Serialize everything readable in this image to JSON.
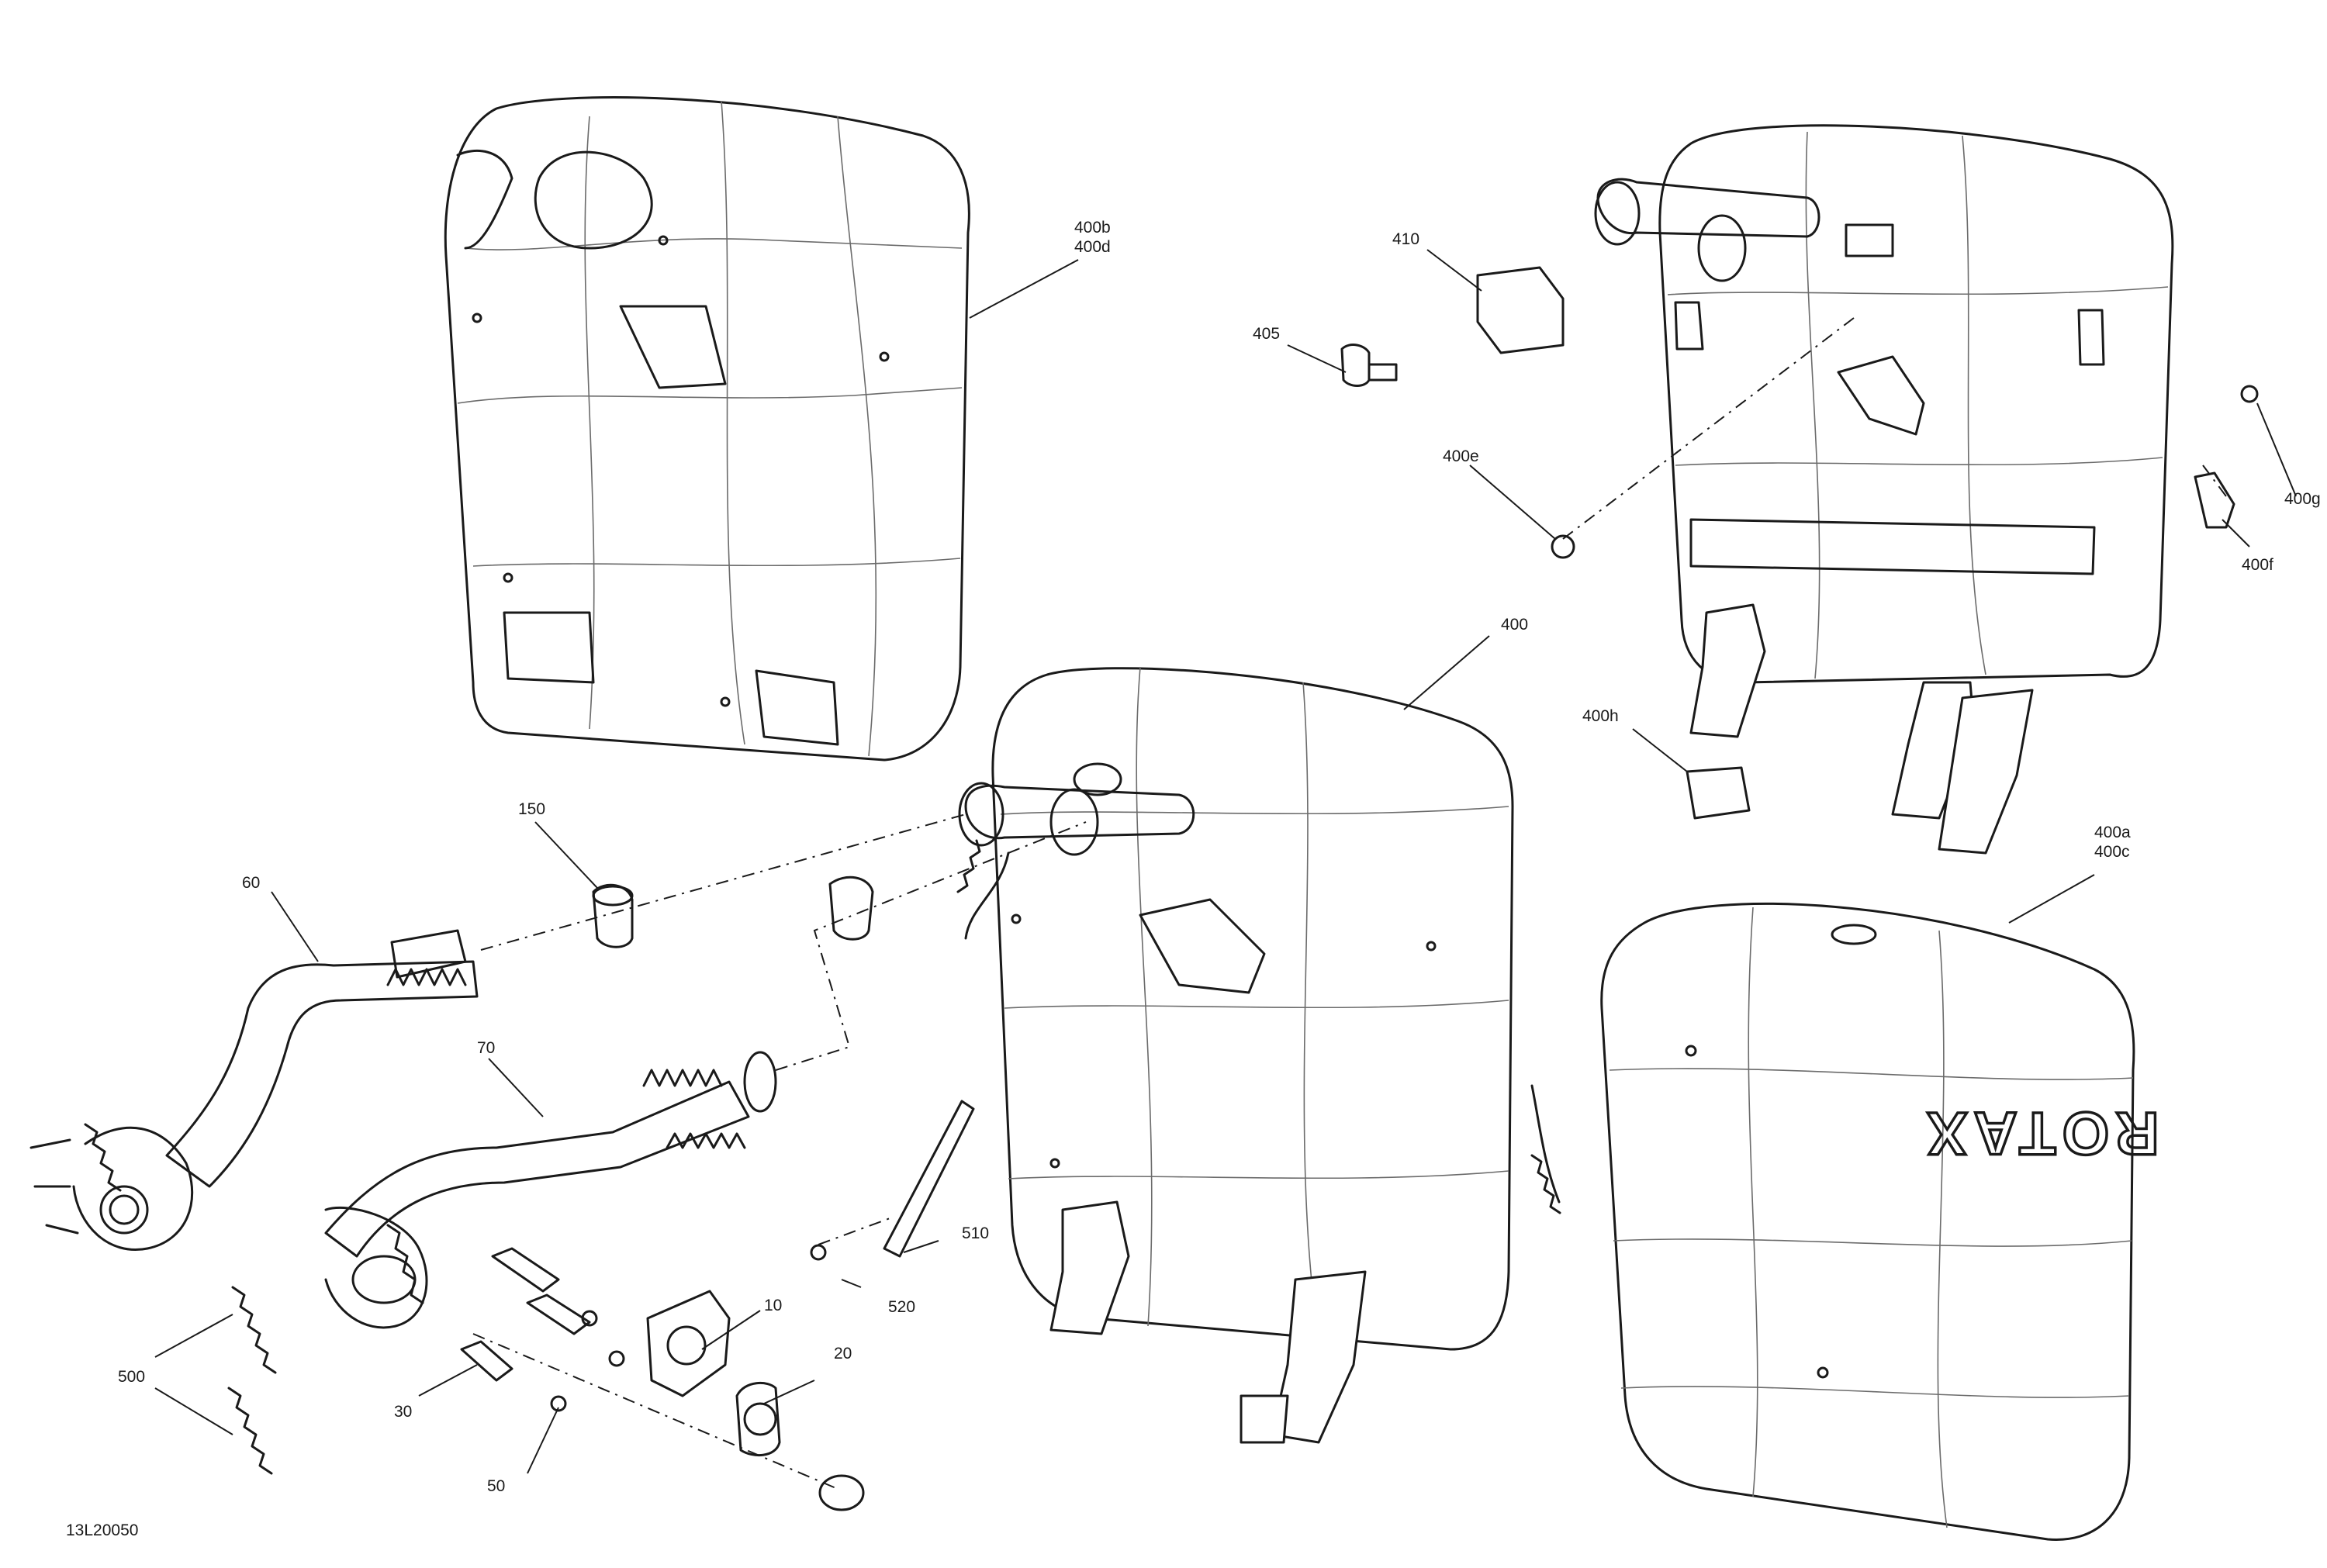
{
  "drawing_code": "13L20050",
  "brand_emboss": "ROTAX",
  "callouts": {
    "c10": "10",
    "c20": "20",
    "c30": "30",
    "c50": "50",
    "c60": "60",
    "c70": "70",
    "c150": "150",
    "c400": "400",
    "c400a": "400a",
    "c400c": "400c",
    "c400b": "400b",
    "c400d": "400d",
    "c400e": "400e",
    "c400f": "400f",
    "c400g": "400g",
    "c400h": "400h",
    "c405": "405",
    "c410": "410",
    "c500": "500",
    "c510": "510",
    "c520": "520"
  }
}
